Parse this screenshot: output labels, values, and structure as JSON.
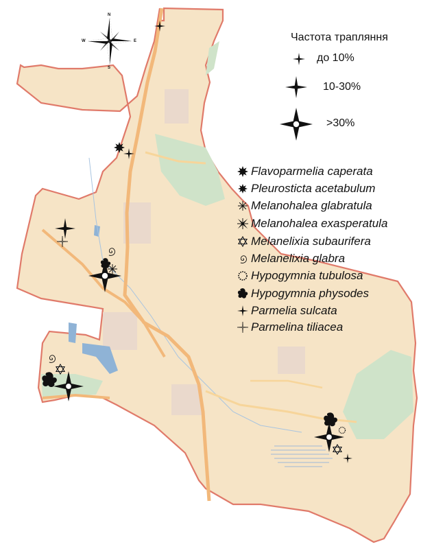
{
  "compass": {
    "n": "N",
    "s": "S",
    "w": "W",
    "e": "E",
    "icon": "compass-rose-icon"
  },
  "frequency_legend": {
    "title": "Частота трапляння",
    "levels": [
      {
        "label": "до 10%",
        "icon": "small-star-icon"
      },
      {
        "label": "10-30%",
        "icon": "medium-star-icon"
      },
      {
        "label": ">30%",
        "icon": "large-star-icon"
      }
    ]
  },
  "species_legend": [
    {
      "name": "Flavoparmelia caperata",
      "icon": "sunburst-icon"
    },
    {
      "name": "Pleurosticta acetabulum",
      "icon": "sunburst-icon"
    },
    {
      "name": "Melanohalea glabratula",
      "icon": "asterisk-icon"
    },
    {
      "name": "Melanohalea exasperatula",
      "icon": "x-star-icon"
    },
    {
      "name": "Melanelixia subaurifera",
      "icon": "hexagram-icon"
    },
    {
      "name": "Melanelixia glabra",
      "icon": "spiral-icon"
    },
    {
      "name": "Hypogymnia tubulosa",
      "icon": "dotted-circle-icon"
    },
    {
      "name": "Hypogymnia physodes",
      "icon": "blob-icon"
    },
    {
      "name": "Parmelia sulcata",
      "icon": "four-point-star-icon"
    },
    {
      "name": "Parmelina tiliacea",
      "icon": "thin-star-icon"
    }
  ],
  "colors": {
    "land": "#f6e4c6",
    "boundary": "#e07a6a",
    "road": "#f2b87a",
    "green": "#cfe3c9",
    "water": "#8fb3d6",
    "block": "#ead9cc"
  }
}
